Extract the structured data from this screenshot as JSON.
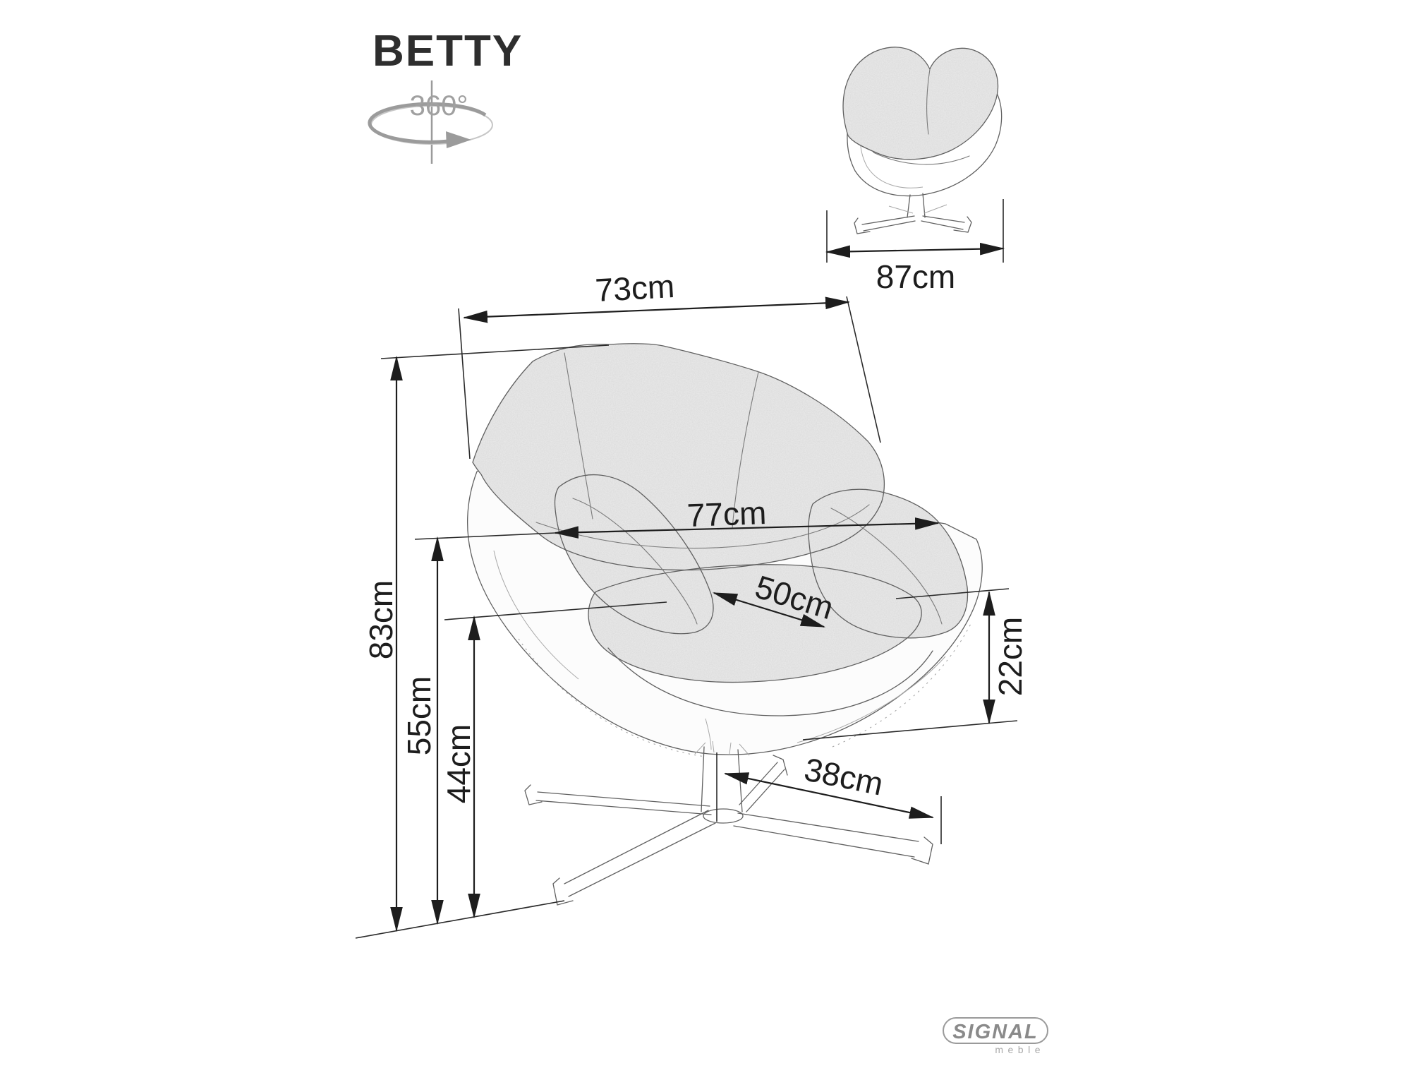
{
  "product": {
    "name": "BETTY"
  },
  "rotation_badge": {
    "label": "360°"
  },
  "views": {
    "side_view": {
      "depth": "87cm"
    },
    "front_view": {
      "backrest_width": "73cm",
      "armrest_span": "77cm",
      "seat_width": "50cm",
      "total_height": "83cm",
      "armrest_height": "55cm",
      "seat_height": "44cm",
      "shell_side_height": "22cm",
      "base_leg_length": "38cm"
    }
  },
  "brand": {
    "logo_text": "SIGNAL",
    "logo_subtext": "meble"
  },
  "colors": {
    "dimension_ink": "#1d1d1d",
    "sketch_line": "#606060",
    "fabric_gray": "#ebebeb",
    "muted_gray": "#a0a0a0",
    "logo_gray": "#8a8a8a",
    "background": "#ffffff"
  }
}
